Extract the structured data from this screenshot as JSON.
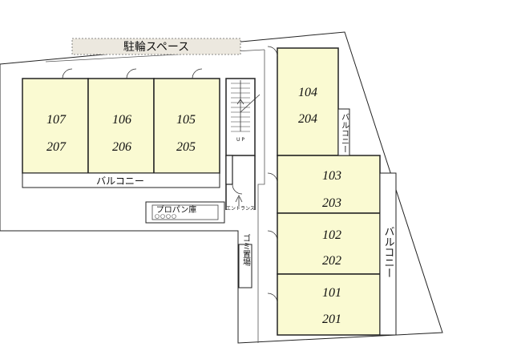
{
  "labels": {
    "bicycle_parking": "駐輪スペース",
    "balcony_west": "バルコニー",
    "balcony_east_upper": "バルコニー",
    "balcony_east_lower": "バルコニー",
    "propane_storage": "プロパン庫",
    "entrance": "エントランス",
    "garbage": "ゴミ置場",
    "stairs_up": "U P"
  },
  "rooms": {
    "r107": {
      "floor1": "107",
      "floor2": "207"
    },
    "r106": {
      "floor1": "106",
      "floor2": "206"
    },
    "r105": {
      "floor1": "105",
      "floor2": "205"
    },
    "r104": {
      "floor1": "104",
      "floor2": "204"
    },
    "r103": {
      "floor1": "103",
      "floor2": "203"
    },
    "r102": {
      "floor1": "102",
      "floor2": "202"
    },
    "r101": {
      "floor1": "101",
      "floor2": "201"
    }
  },
  "colors": {
    "room_fill": "#fafad2",
    "line": "#222222",
    "bike_fill": "#ece8df"
  }
}
